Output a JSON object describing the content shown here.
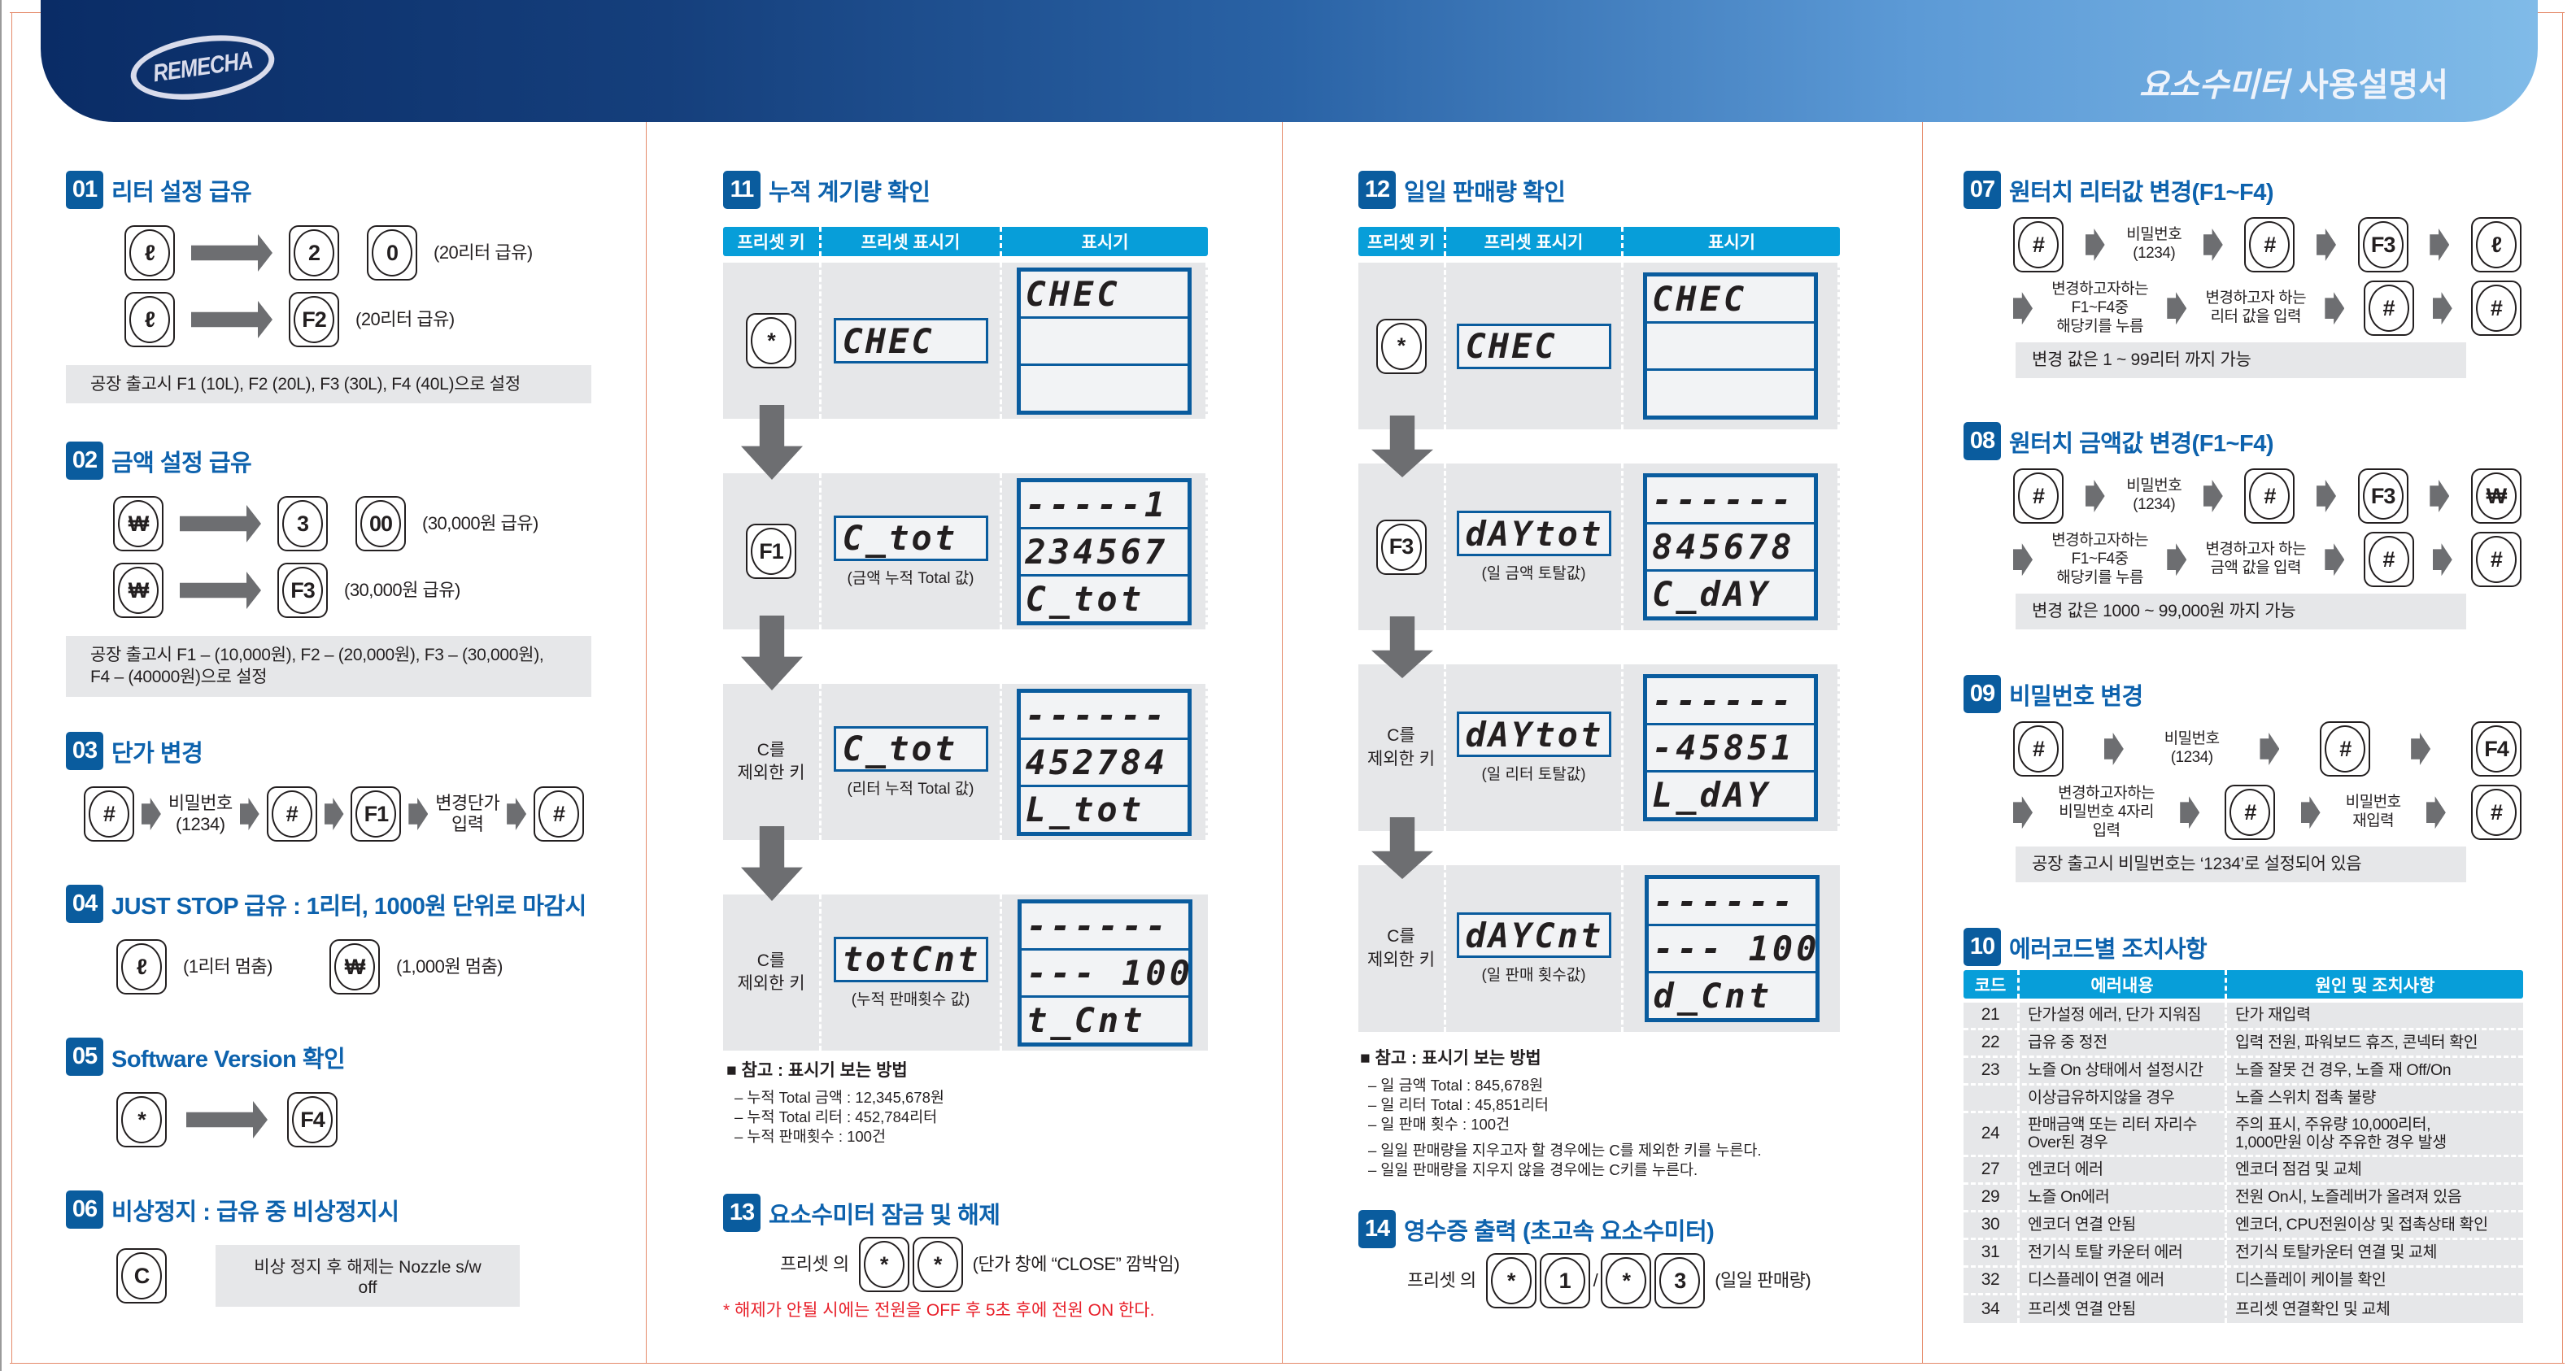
{
  "header": {
    "logo_text": "REMECHA",
    "title_em": "요소수미터",
    "title": "사용설명서"
  },
  "flow_sections": [
    {
      "id": "s01",
      "num": "01",
      "title": "리터 설정 급유",
      "col": 1,
      "rows": [
        [
          {
            "k": "ℓ"
          },
          {
            "icon": "arrow-long"
          },
          {
            "k": "2"
          },
          {
            "k": "0"
          },
          {
            "t": "(20리터 급유)"
          }
        ],
        [
          {
            "k": "ℓ"
          },
          {
            "icon": "arrow-long"
          },
          {
            "k": "F2"
          },
          {
            "t": "(20리터 급유)"
          }
        ]
      ],
      "note": "공장 출고시 F1 (10L), F2 (20L), F3 (30L), F4 (40L)으로 설정"
    },
    {
      "id": "s02",
      "num": "02",
      "title": "금액 설정 급유",
      "col": 1,
      "rows": [
        [
          {
            "k": "₩"
          },
          {
            "icon": "arrow-long"
          },
          {
            "k": "3"
          },
          {
            "k": "00"
          },
          {
            "t": "(30,000원 급유)"
          }
        ],
        [
          {
            "k": "₩"
          },
          {
            "icon": "arrow-long"
          },
          {
            "k": "F3"
          },
          {
            "t": "(30,000원 급유)"
          }
        ]
      ],
      "note": "공장 출고시 F1 – (10,000원), F2 – (20,000원), F3 – (30,000원),\nF4 – (40000원)으로 설정"
    },
    {
      "id": "s03",
      "num": "03",
      "title": "단가 변경",
      "col": 1,
      "rows": [
        [
          {
            "k": "#"
          },
          {
            "icon": "arrow-small"
          },
          {
            "t": "비밀번호\n(1234)"
          },
          {
            "icon": "arrow-small"
          },
          {
            "k": "#"
          },
          {
            "icon": "arrow-small"
          },
          {
            "k": "F1"
          },
          {
            "icon": "arrow-small"
          },
          {
            "t": "변경단가\n입력"
          },
          {
            "icon": "arrow-small"
          },
          {
            "k": "#"
          }
        ]
      ]
    },
    {
      "id": "s04",
      "num": "04",
      "title": "JUST STOP 급유 : 1리터, 1000원 단위로 마감시",
      "col": 1,
      "rows": [
        [
          {
            "k": "ℓ"
          },
          {
            "t": "(1리터 멈춤)"
          },
          {
            "k": "₩"
          },
          {
            "t": "(1,000원 멈춤)"
          }
        ]
      ]
    },
    {
      "id": "s05",
      "num": "05",
      "title": "Software Version 확인",
      "col": 1,
      "rows": [
        [
          {
            "k": "*"
          },
          {
            "icon": "arrow-long"
          },
          {
            "k": "F4"
          }
        ]
      ]
    },
    {
      "id": "s06",
      "num": "06",
      "title": "비상정지 : 급유 중 비상정지시",
      "col": 1,
      "rows": [
        [
          {
            "k": "C"
          },
          {
            "box": "비상 정지 후 해제는 Nozzle s/w off"
          }
        ]
      ]
    },
    {
      "id": "s07",
      "num": "07",
      "title": "원터치 리터값 변경(F1~F4)",
      "col": 4,
      "rows": [
        [
          {
            "k": "#"
          },
          {
            "icon": "arrow-small"
          },
          {
            "t": "비밀번호\n(1234)"
          },
          {
            "icon": "arrow-small"
          },
          {
            "k": "#"
          },
          {
            "icon": "arrow-small"
          },
          {
            "k": "F3"
          },
          {
            "icon": "arrow-small"
          },
          {
            "k": "ℓ"
          }
        ],
        [
          {
            "icon": "arrow-small"
          },
          {
            "t": "변경하고자하는\nF1~F4중\n해당키를 누름"
          },
          {
            "icon": "arrow-small"
          },
          {
            "t": "변경하고자 하는\n리터 값을 입력"
          },
          {
            "icon": "arrow-small"
          },
          {
            "k": "#"
          },
          {
            "icon": "arrow-small"
          },
          {
            "k": "#"
          }
        ]
      ],
      "note": "변경 값은 1 ~ 99리터 까지 가능"
    },
    {
      "id": "s08",
      "num": "08",
      "title": "원터치 금액값 변경(F1~F4)",
      "col": 4,
      "rows": [
        [
          {
            "k": "#"
          },
          {
            "icon": "arrow-small"
          },
          {
            "t": "비밀번호\n(1234)"
          },
          {
            "icon": "arrow-small"
          },
          {
            "k": "#"
          },
          {
            "icon": "arrow-small"
          },
          {
            "k": "F3"
          },
          {
            "icon": "arrow-small"
          },
          {
            "k": "₩"
          }
        ],
        [
          {
            "icon": "arrow-small"
          },
          {
            "t": "변경하고자하는\nF1~F4중\n해당키를 누름"
          },
          {
            "icon": "arrow-small"
          },
          {
            "t": "변경하고자 하는\n금액 값을 입력"
          },
          {
            "icon": "arrow-small"
          },
          {
            "k": "#"
          },
          {
            "icon": "arrow-small"
          },
          {
            "k": "#"
          }
        ]
      ],
      "note": "변경 값은 1000 ~ 99,000원 까지 가능"
    },
    {
      "id": "s09",
      "num": "09",
      "title": "비밀번호 변경",
      "col": 4,
      "rows": [
        [
          {
            "k": "#"
          },
          {
            "icon": "arrow-small"
          },
          {
            "t": "비밀번호\n(1234)"
          },
          {
            "icon": "arrow-small"
          },
          {
            "k": "#"
          },
          {
            "icon": "arrow-small"
          },
          {
            "k": "F4"
          }
        ],
        [
          {
            "icon": "arrow-small"
          },
          {
            "t": "변경하고자하는\n비밀번호 4자리\n입력"
          },
          {
            "icon": "arrow-small"
          },
          {
            "k": "#"
          },
          {
            "icon": "arrow-small"
          },
          {
            "t": "비밀번호\n재입력"
          },
          {
            "icon": "arrow-small"
          },
          {
            "k": "#"
          }
        ]
      ],
      "note": "공장 출고시 비밀번호는 ‘1234’로 설정되어 있음"
    },
    {
      "id": "s13",
      "num": "13",
      "title": "요소수미터 잠금 및 해제",
      "col": 2,
      "rows": [
        [
          {
            "t": "프리셋 의"
          },
          {
            "k": "*"
          },
          {
            "k": "*"
          },
          {
            "t": "(단가 창에 “CLOSE” 깜박임)"
          }
        ]
      ],
      "warning": "* 해제가 안될 시에는 전원을 OFF 후 5초 후에 전원 ON 한다."
    },
    {
      "id": "s14",
      "num": "14",
      "title": "영수증 출력 (초고속 요소수미터)",
      "col": 3,
      "rows": [
        [
          {
            "t": "프리셋 의"
          },
          {
            "k": "*"
          },
          {
            "k": "1"
          },
          {
            "t": "/"
          },
          {
            "k": "*"
          },
          {
            "k": "3"
          },
          {
            "t": "(일일 판매량)"
          }
        ]
      ]
    }
  ],
  "preset_sections": [
    {
      "id": "s11",
      "num": "11",
      "title": "누적 계기량 확인",
      "headers": [
        "프리셋 키",
        "프리셋 표시기",
        "표시기"
      ],
      "rows": [
        {
          "key": "*",
          "preset": "CHEC",
          "caption": "",
          "display": [
            "CHEC",
            "",
            ""
          ]
        },
        {
          "key": "F1",
          "preset": "C_tot",
          "caption": "(금액 누적 Total 값)",
          "display": [
            "-----1",
            "234567",
            "C_tot"
          ]
        },
        {
          "key_text": "C를\n제외한 키",
          "preset": "C_tot",
          "caption": "(리터 누적 Total 값)",
          "display": [
            "------",
            "452784",
            "L_tot"
          ]
        },
        {
          "key_text": "C를\n제외한 키",
          "preset": "totCnt",
          "caption": "(누적 판매횟수 값)",
          "display": [
            "------",
            "--- 100",
            "t_Cnt"
          ]
        }
      ],
      "ref": {
        "heading": "■ 참고 : 표시기 보는 방법",
        "lines": [
          "– 누적 Total 금액 : 12,345,678원",
          "– 누적 Total 리터 : 452,784리터",
          "– 누적 판매횟수 : 100건"
        ],
        "extra": []
      }
    },
    {
      "id": "s12",
      "num": "12",
      "title": "일일 판매량 확인",
      "headers": [
        "프리셋 키",
        "프리셋 표시기",
        "표시기"
      ],
      "rows": [
        {
          "key": "*",
          "preset": "CHEC",
          "caption": "",
          "display": [
            "CHEC",
            "",
            ""
          ]
        },
        {
          "key": "F3",
          "preset": "dAYtot",
          "caption": "(일 금액 토탈값)",
          "display": [
            "------",
            "845678",
            "C_dAY"
          ]
        },
        {
          "key_text": "C를\n제외한 키",
          "preset": "dAYtot",
          "caption": "(일 리터 토탈값)",
          "display": [
            "------",
            "-45851",
            "L_dAY"
          ]
        },
        {
          "key_text": "C를\n제외한 키",
          "preset": "dAYCnt",
          "caption": "(일 판매 횟수값)",
          "display": [
            "------",
            "--- 100",
            "d_Cnt"
          ]
        }
      ],
      "ref": {
        "heading": "■ 참고 : 표시기 보는 방법",
        "lines": [
          "– 일 금액 Total : 845,678원",
          "– 일 리터 Total : 45,851리터",
          "– 일 판매 횟수 : 100건"
        ],
        "extra": [
          "– 일일 판매량을 지우고자 할 경우에는 C를 제외한 키를 누른다.",
          "– 일일 판매량을 지우지 않을 경우에는 C키를 누른다."
        ]
      }
    }
  ],
  "error_section": {
    "id": "s10",
    "num": "10",
    "title": "에러코드별 조치사항",
    "headers": [
      "코드",
      "에러내용",
      "원인 및 조치사항"
    ],
    "rows": [
      {
        "code": "21",
        "content": "단가설정 에러, 단가 지워짐",
        "cause": "단가 재입력"
      },
      {
        "code": "22",
        "content": "급유 중 정전",
        "cause": "입력 전원, 파워보드 휴즈, 콘넥터 확인"
      },
      {
        "code": "23",
        "content": "노즐 On 상태에서 설정시간",
        "cause": "노즐 잘못 건 경우, 노즐 재 Off/On"
      },
      {
        "code": "",
        "content": "이상급유하지않을 경우",
        "cause": "노즐 스위치 접촉 불량"
      },
      {
        "code": "24",
        "content": "판매금액 또는 리터 자리수\nOver된 경우",
        "cause": "주의 표시, 주유량 10,000리터,\n1,000만원 이상 주유한 경우 발생"
      },
      {
        "code": "27",
        "content": "엔코더 에러",
        "cause": "엔코더 점검 및 교체"
      },
      {
        "code": "29",
        "content": "노즐 On에러",
        "cause": "전원 On시, 노즐레버가 올려져 있음"
      },
      {
        "code": "30",
        "content": "엔코더 연결 안됨",
        "cause": "엔코더, CPU전원이상 및 접촉상태 확인"
      },
      {
        "code": "31",
        "content": "전기식 토탈 카운터 에러",
        "cause": "전기식 토탈카운터 연결 및 교체"
      },
      {
        "code": "32",
        "content": "디스플레이 연결 에러",
        "cause": "디스플레이 케이블 확인"
      },
      {
        "code": "34",
        "content": "프리셋 연결 안됨",
        "cause": "프리셋 연결확인 및 교체"
      }
    ]
  }
}
